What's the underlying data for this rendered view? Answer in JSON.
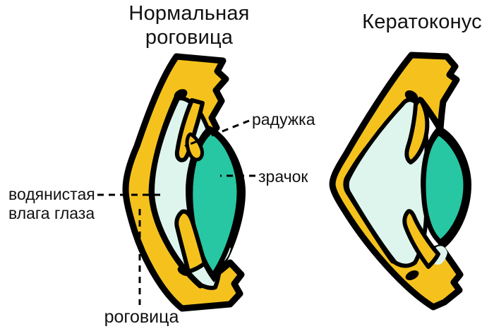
{
  "titles": {
    "left_line1": "Нормальная",
    "left_line2": "роговица",
    "right": "Кератоконус"
  },
  "labels": {
    "iris": "радужка",
    "pupil": "зрачок",
    "aqueous_line1": "водянистая",
    "aqueous_line2": "влага глаза",
    "cornea": "роговица"
  },
  "colors": {
    "sclera_yellow": "#F5C21D",
    "lens_teal": "#27C7A3",
    "aqueous_cyan": "#DEF5EE",
    "outline_black": "#000000",
    "text": "#111111",
    "background": "#FFFFFF"
  }
}
